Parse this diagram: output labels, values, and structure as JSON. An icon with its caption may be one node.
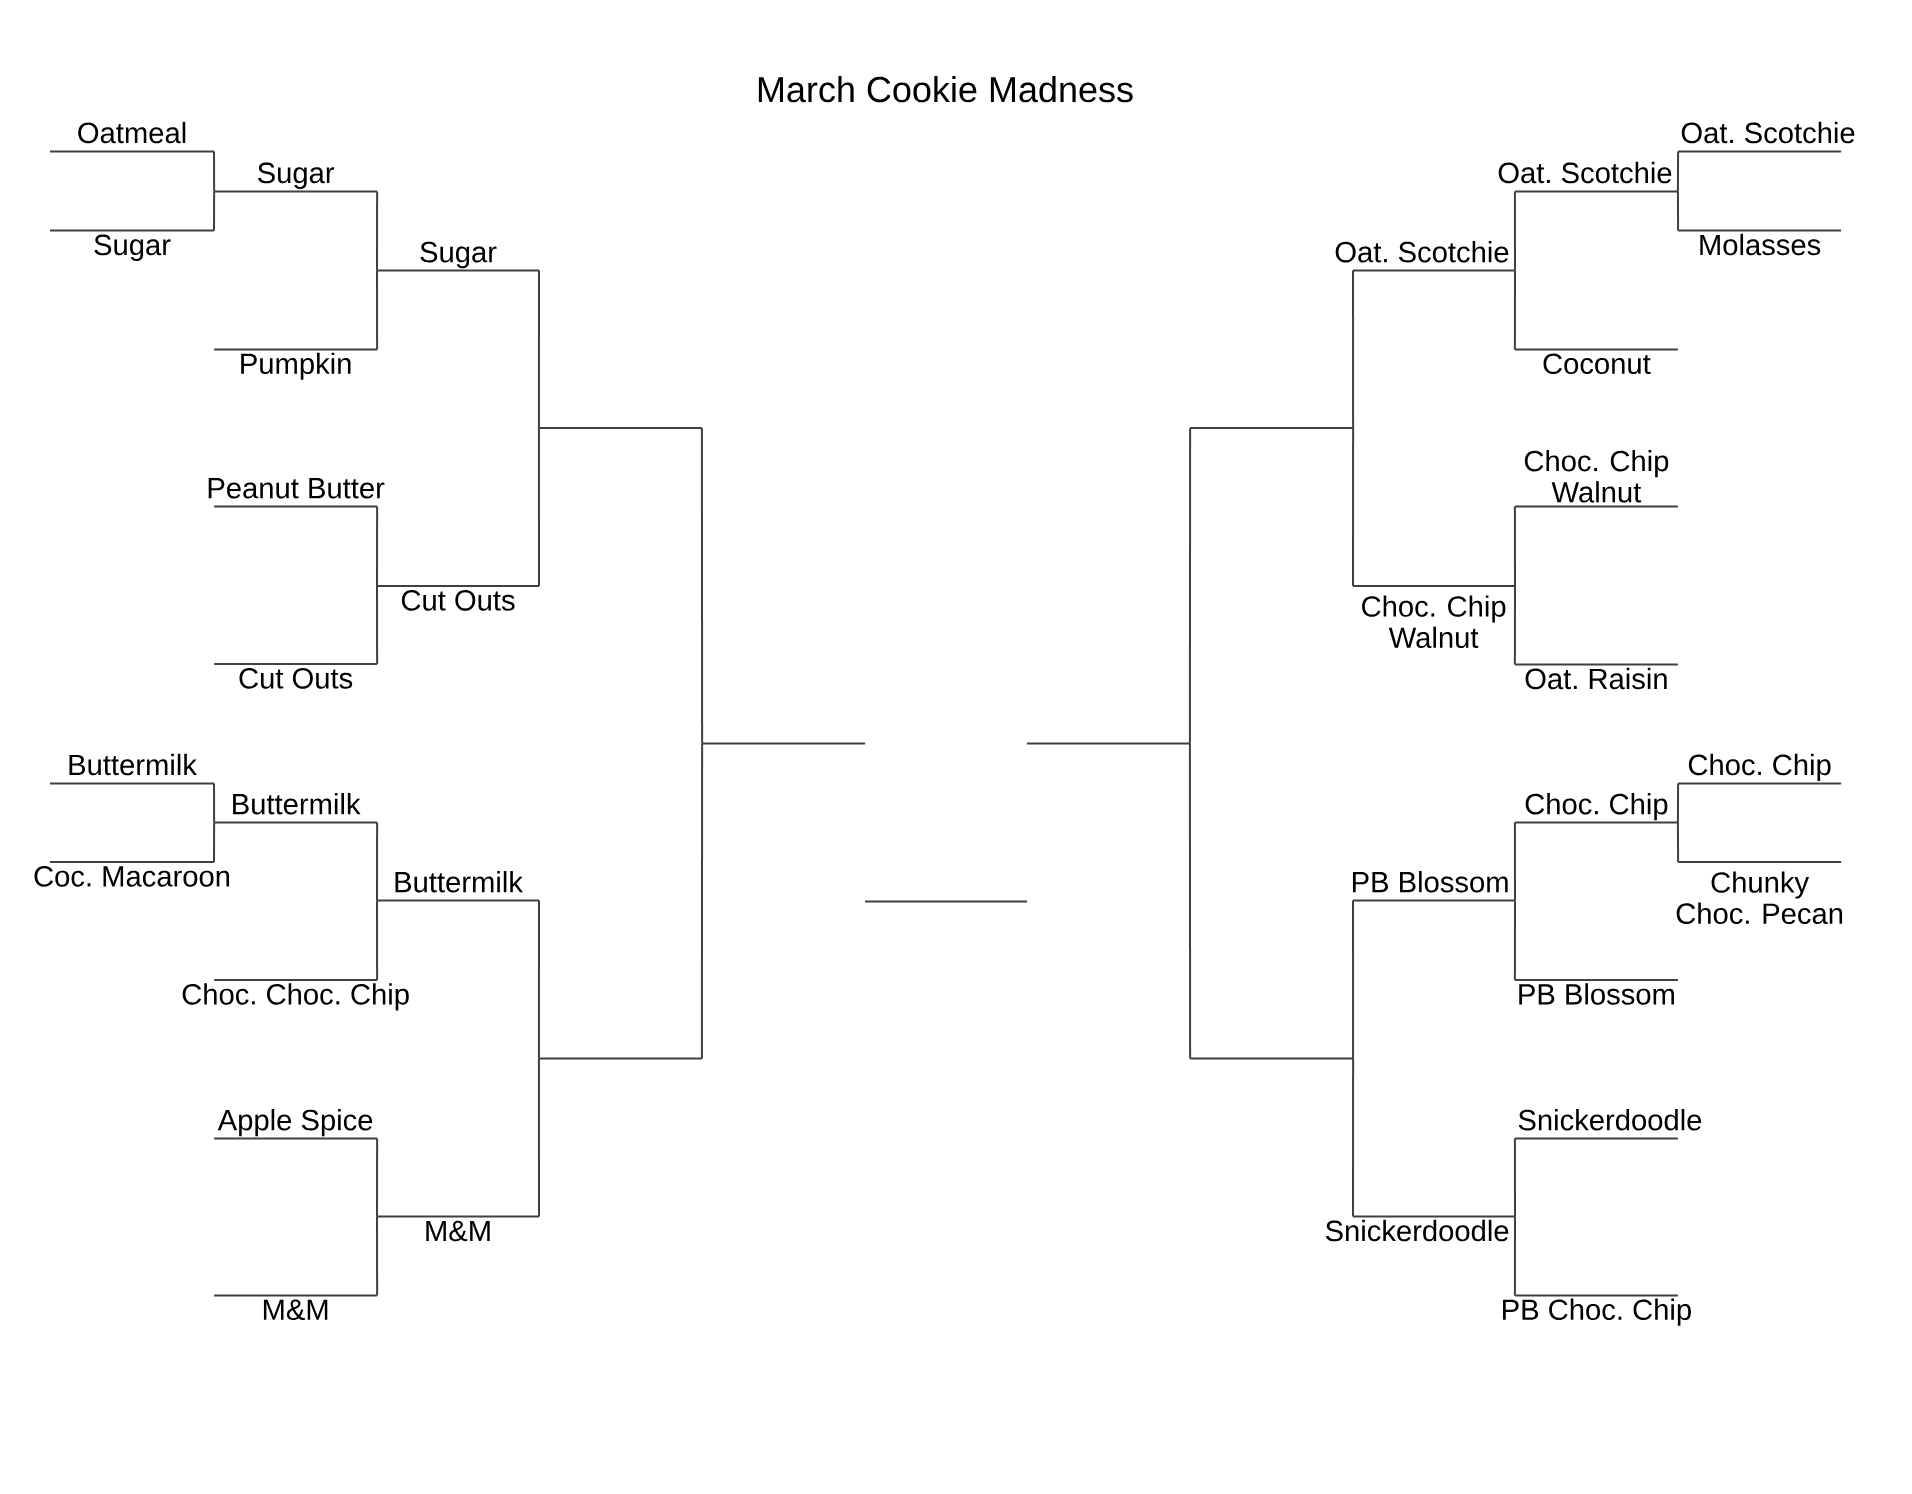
{
  "diagram": {
    "title": "March Cookie Madness",
    "nodes": [
      {
        "text": [
          "Oatmeal"
        ]
      },
      {
        "text": [
          "Sugar"
        ]
      },
      {
        "text": [
          "Sugar"
        ]
      },
      {
        "text": [
          "Pumpkin"
        ]
      },
      {
        "text": [
          "Sugar"
        ]
      },
      {
        "text": [
          "Peanut Butter"
        ]
      },
      {
        "text": [
          "Cut Outs"
        ]
      },
      {
        "text": [
          "Cut Outs"
        ]
      },
      {
        "text": [],
        "shape": "line"
      },
      {
        "text": [
          "Buttermilk"
        ]
      },
      {
        "text": [
          "Coc. Macaroon"
        ]
      },
      {
        "text": [
          "Buttermilk"
        ]
      },
      {
        "text": [
          "Choc. Choc. Chip"
        ]
      },
      {
        "text": [
          "Buttermilk"
        ]
      },
      {
        "text": [
          "Apple Spice"
        ]
      },
      {
        "text": [
          "M&M"
        ]
      },
      {
        "text": [
          "M&M"
        ]
      },
      {
        "text": [],
        "shape": "line"
      },
      {
        "text": [],
        "shape": "line"
      },
      {
        "text": [],
        "shape": "line"
      },
      {
        "text": [],
        "shape": "line"
      },
      {
        "text": [
          "Oat. Scotchie"
        ]
      },
      {
        "text": [
          "Molasses"
        ]
      },
      {
        "text": [
          "Oat. Scotchie"
        ]
      },
      {
        "text": [
          "Coconut"
        ]
      },
      {
        "text": [
          "Oat. Scotchie"
        ]
      },
      {
        "text": [
          "Choc. Chip Walnut"
        ]
      },
      {
        "text": [
          "Oat. Raisin"
        ]
      },
      {
        "text": [
          "Choc. Chip Walnut"
        ]
      },
      {
        "text": [],
        "shape": "line"
      },
      {
        "text": [
          "Choc. Chip"
        ]
      },
      {
        "text": [
          "Chunky Choc. Pecan"
        ]
      },
      {
        "text": [
          "Choc. Chip"
        ]
      },
      {
        "text": [
          "PB Blossom"
        ]
      },
      {
        "text": [
          "PB Blossom"
        ]
      },
      {
        "text": [
          "Snickerdoodle"
        ]
      },
      {
        "text": [
          "PB Choc. Chip"
        ]
      },
      {
        "text": [
          "Snickerdoodle"
        ]
      },
      {
        "text": [],
        "shape": "line"
      }
    ],
    "edges": [
      {
        "from": 0,
        "to": 2,
        "arrow": "none"
      },
      {
        "from": 1,
        "to": 2,
        "arrow": "none"
      },
      {
        "from": 2,
        "to": 4,
        "arrow": "none"
      },
      {
        "from": 3,
        "to": 4,
        "arrow": "none"
      },
      {
        "from": 5,
        "to": 7,
        "arrow": "none"
      },
      {
        "from": 6,
        "to": 7,
        "arrow": "none"
      },
      {
        "from": 4,
        "to": 8,
        "arrow": "none"
      },
      {
        "from": 7,
        "to": 8,
        "arrow": "none"
      },
      {
        "from": 9,
        "to": 11,
        "arrow": "none"
      },
      {
        "from": 10,
        "to": 11,
        "arrow": "none"
      },
      {
        "from": 11,
        "to": 13,
        "arrow": "none"
      },
      {
        "from": 12,
        "to": 13,
        "arrow": "none"
      },
      {
        "from": 14,
        "to": 16,
        "arrow": "none"
      },
      {
        "from": 15,
        "to": 16,
        "arrow": "none"
      },
      {
        "from": 13,
        "to": 17,
        "arrow": "none"
      },
      {
        "from": 16,
        "to": 17,
        "arrow": "none"
      },
      {
        "from": 8,
        "to": 18,
        "arrow": "none"
      },
      {
        "from": 17,
        "to": 18,
        "arrow": "none"
      },
      {
        "from": 21,
        "to": 23,
        "arrow": "none"
      },
      {
        "from": 22,
        "to": 23,
        "arrow": "none"
      },
      {
        "from": 23,
        "to": 25,
        "arrow": "none"
      },
      {
        "from": 24,
        "to": 25,
        "arrow": "none"
      },
      {
        "from": 26,
        "to": 28,
        "arrow": "none"
      },
      {
        "from": 27,
        "to": 28,
        "arrow": "none"
      },
      {
        "from": 25,
        "to": 29,
        "arrow": "none"
      },
      {
        "from": 28,
        "to": 29,
        "arrow": "none"
      },
      {
        "from": 30,
        "to": 32,
        "arrow": "none"
      },
      {
        "from": 31,
        "to": 32,
        "arrow": "none"
      },
      {
        "from": 32,
        "to": 34,
        "arrow": "none"
      },
      {
        "from": 33,
        "to": 34,
        "arrow": "none"
      },
      {
        "from": 35,
        "to": 37,
        "arrow": "none"
      },
      {
        "from": 36,
        "to": 37,
        "arrow": "none"
      },
      {
        "from": 34,
        "to": 38,
        "arrow": "none"
      },
      {
        "from": 37,
        "to": 38,
        "arrow": "none"
      },
      {
        "from": 29,
        "to": 20,
        "arrow": "none"
      },
      {
        "from": 38,
        "to": 20,
        "arrow": "none"
      }
    ]
  }
}
